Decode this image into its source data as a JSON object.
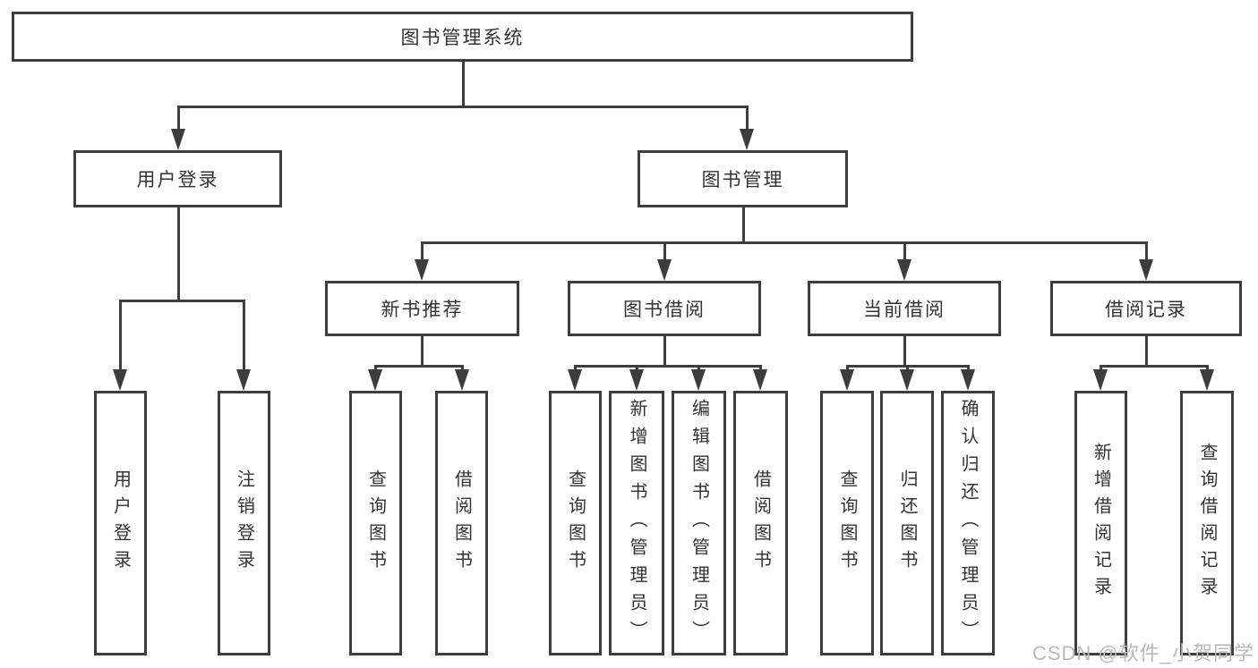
{
  "colors": {
    "line": "#3d3d3d",
    "text": "#333333",
    "watermark": "#b9b9b9",
    "background": "#ffffff"
  },
  "root": {
    "label": "图书管理系统"
  },
  "level2": {
    "user_login": {
      "label": "用户登录"
    },
    "book_mgmt": {
      "label": "图书管理"
    }
  },
  "level3": {
    "new_books": {
      "label": "新书推荐"
    },
    "book_borrow": {
      "label": "图书借阅"
    },
    "current_borrow": {
      "label": "当前借阅"
    },
    "borrow_records": {
      "label": "借阅记录"
    }
  },
  "leaves": {
    "login": {
      "label": "用户登录"
    },
    "logout": {
      "label": "注销登录"
    },
    "nb_query": {
      "label": "查询图书"
    },
    "nb_borrow": {
      "label": "借阅图书"
    },
    "bb_query": {
      "label": "查询图书"
    },
    "bb_add": {
      "label": "新增图书（管理员）"
    },
    "bb_edit": {
      "label": "编辑图书（管理员）"
    },
    "bb_borrow": {
      "label": "借阅图书"
    },
    "cb_query": {
      "label": "查询图书"
    },
    "cb_return": {
      "label": "归还图书"
    },
    "cb_confirm": {
      "label": "确认归还（管理员）"
    },
    "br_add": {
      "label": "新增借阅记录"
    },
    "br_query": {
      "label": "查询借阅记录"
    }
  },
  "watermark": {
    "text": "CSDN @软件_小贺同学"
  }
}
